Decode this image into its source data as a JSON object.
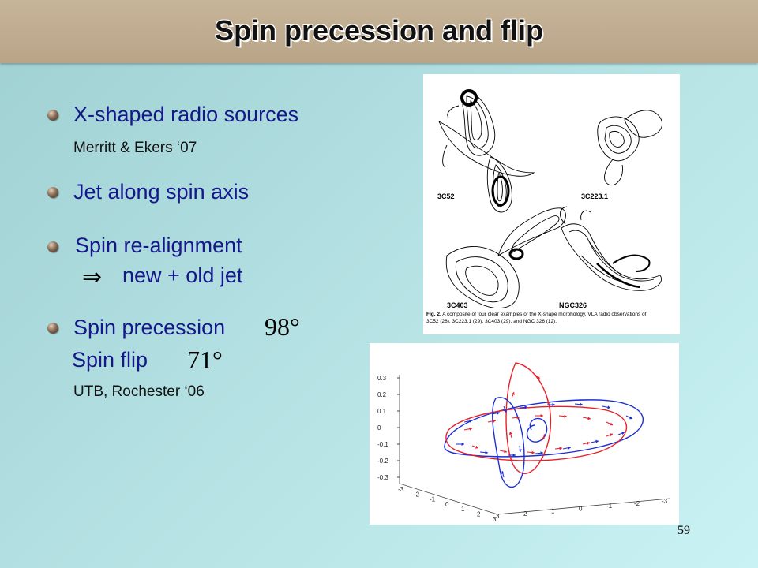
{
  "title": "Spin precession and flip",
  "bullets": {
    "xshaped": "X-shaped radio sources",
    "merritt": "Merritt & Ekers ‘07",
    "jet": "Jet along spin axis",
    "realign": "Spin re-alignment",
    "implies": "⇒",
    "newold": "new + old jet",
    "precession": "Spin precession",
    "precession_angle": "98°",
    "flip": "Spin flip",
    "flip_angle": "71°",
    "utb": "UTB, Rochester ‘06"
  },
  "radio_figure": {
    "labels": [
      "3C52",
      "3C223.1",
      "3C403",
      "NGC326"
    ],
    "caption_bold": "Fig. 2.",
    "caption_line1": "A composite of four clear examples of the X-shape morphology. VLA radio observations of",
    "caption_line2": "3C52 (28), 3C223.1 (29), 3C403 (29), and NGC 326 (12)."
  },
  "plot3d": {
    "z_ticks": [
      "0.3",
      "0.2",
      "0.1",
      "0",
      "-0.1",
      "-0.2",
      "-0.3"
    ],
    "x_ticks": [
      "-3",
      "-2",
      "-1",
      "0",
      "1",
      "2",
      "3"
    ],
    "y_ticks": [
      "3",
      "2",
      "1",
      "0",
      "-1",
      "-2",
      "-3"
    ],
    "colors": {
      "red": "#e8202a",
      "blue": "#1c2fd6"
    }
  },
  "slide_number": "59"
}
